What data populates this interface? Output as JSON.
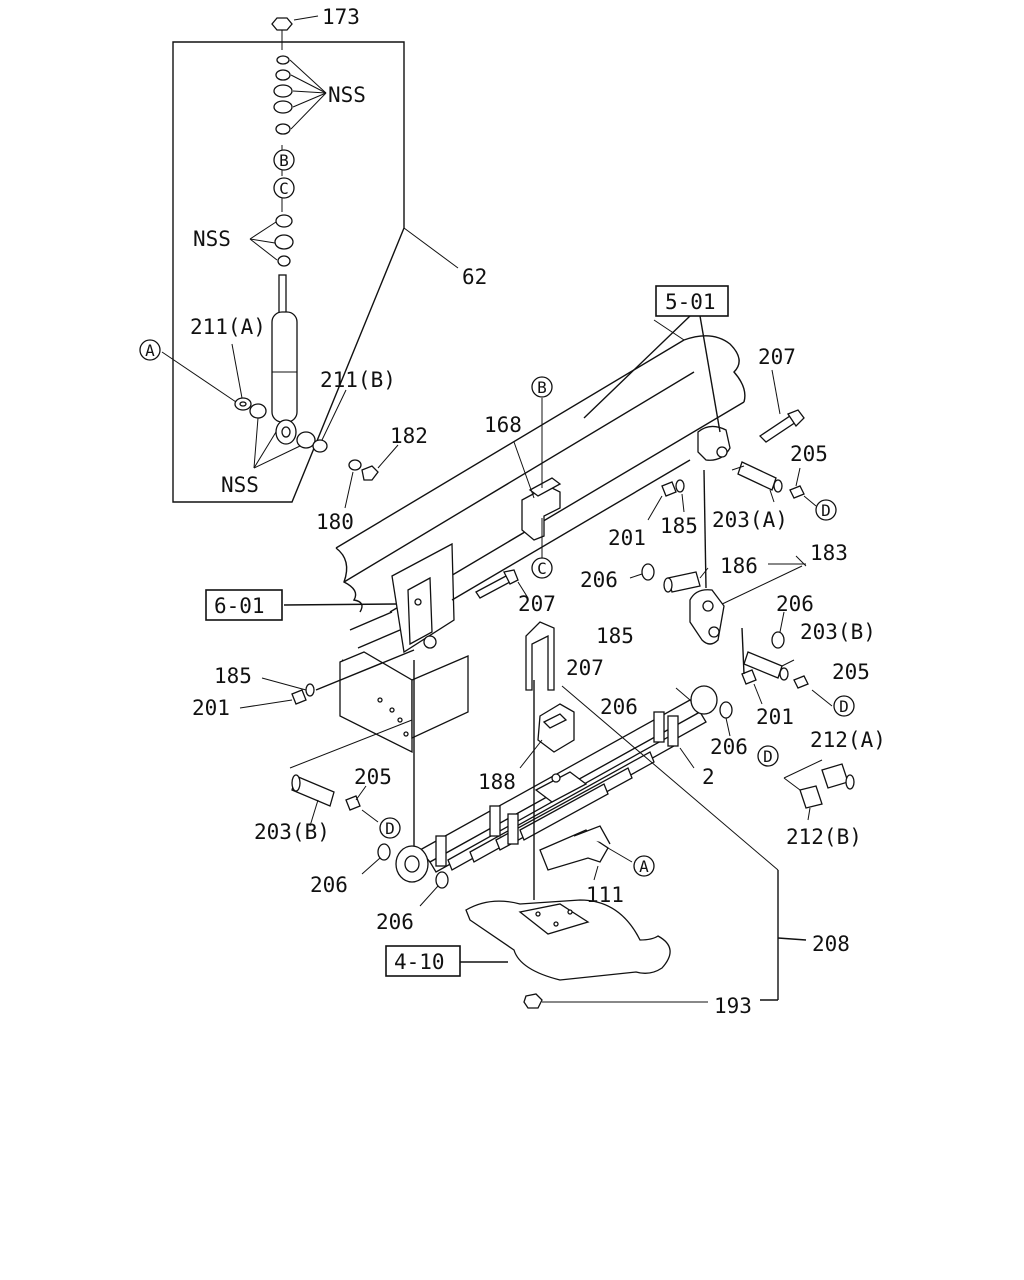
{
  "parts": {
    "p173": "173",
    "p62": "62",
    "p211a": "211(A)",
    "p211b": "211(B)",
    "p182": "182",
    "p180": "180",
    "p168": "168",
    "p207a": "207",
    "p207b": "207",
    "p207c": "207",
    "p205a": "205",
    "p205b": "205",
    "p205c": "205",
    "p201a": "201",
    "p201b": "201",
    "p201c": "201",
    "p185a": "185",
    "p185b": "185",
    "p185c": "185",
    "p203a": "203(A)",
    "p203b1": "203(B)",
    "p203b2": "203(B)",
    "p206a": "206",
    "p206b": "206",
    "p206c": "206",
    "p206d": "206",
    "p206e": "206",
    "p206f": "206",
    "p186": "186",
    "p183": "183",
    "p188": "188",
    "p2": "2",
    "p212a": "212(A)",
    "p212b": "212(B)",
    "p111": "111",
    "p208": "208",
    "p193": "193"
  },
  "nss": {
    "top": "NSS",
    "mid": "NSS",
    "bottom": "NSS"
  },
  "refs": {
    "r501": "5-01",
    "r601": "6-01",
    "r410": "4-10"
  },
  "circles": {
    "A": "A",
    "B": "B",
    "C": "C",
    "D": "D"
  }
}
